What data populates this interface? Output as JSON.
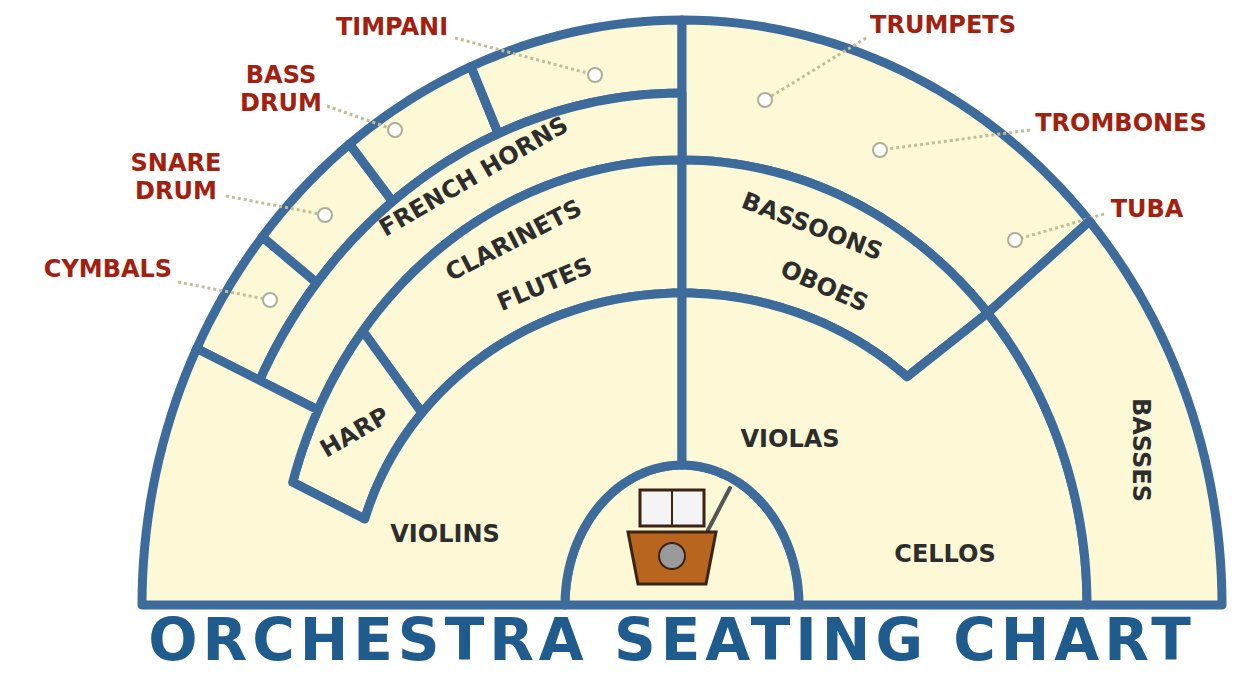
{
  "diagram": {
    "title": "ORCHESTRA SEATING CHART",
    "nodes": [
      {
        "text": [
          "FRENCH HORNS"
        ]
      },
      {
        "text": [
          "CLARINETS",
          "FLUTES"
        ]
      },
      {
        "text": [
          "BASSOONS",
          "OBOES"
        ]
      },
      {
        "text": [
          "HARP"
        ]
      },
      {
        "text": [
          "VIOLINS"
        ]
      },
      {
        "text": [
          "VIOLAS",
          "CELLOS"
        ]
      },
      {
        "text": [
          "BASSES"
        ]
      }
    ],
    "labels": [
      "TIMPANI",
      "BASS DRUM",
      "SNARE DRUM",
      "CYMBALS",
      "TRUMPETS",
      "TROMBONES",
      "TUBA"
    ]
  }
}
